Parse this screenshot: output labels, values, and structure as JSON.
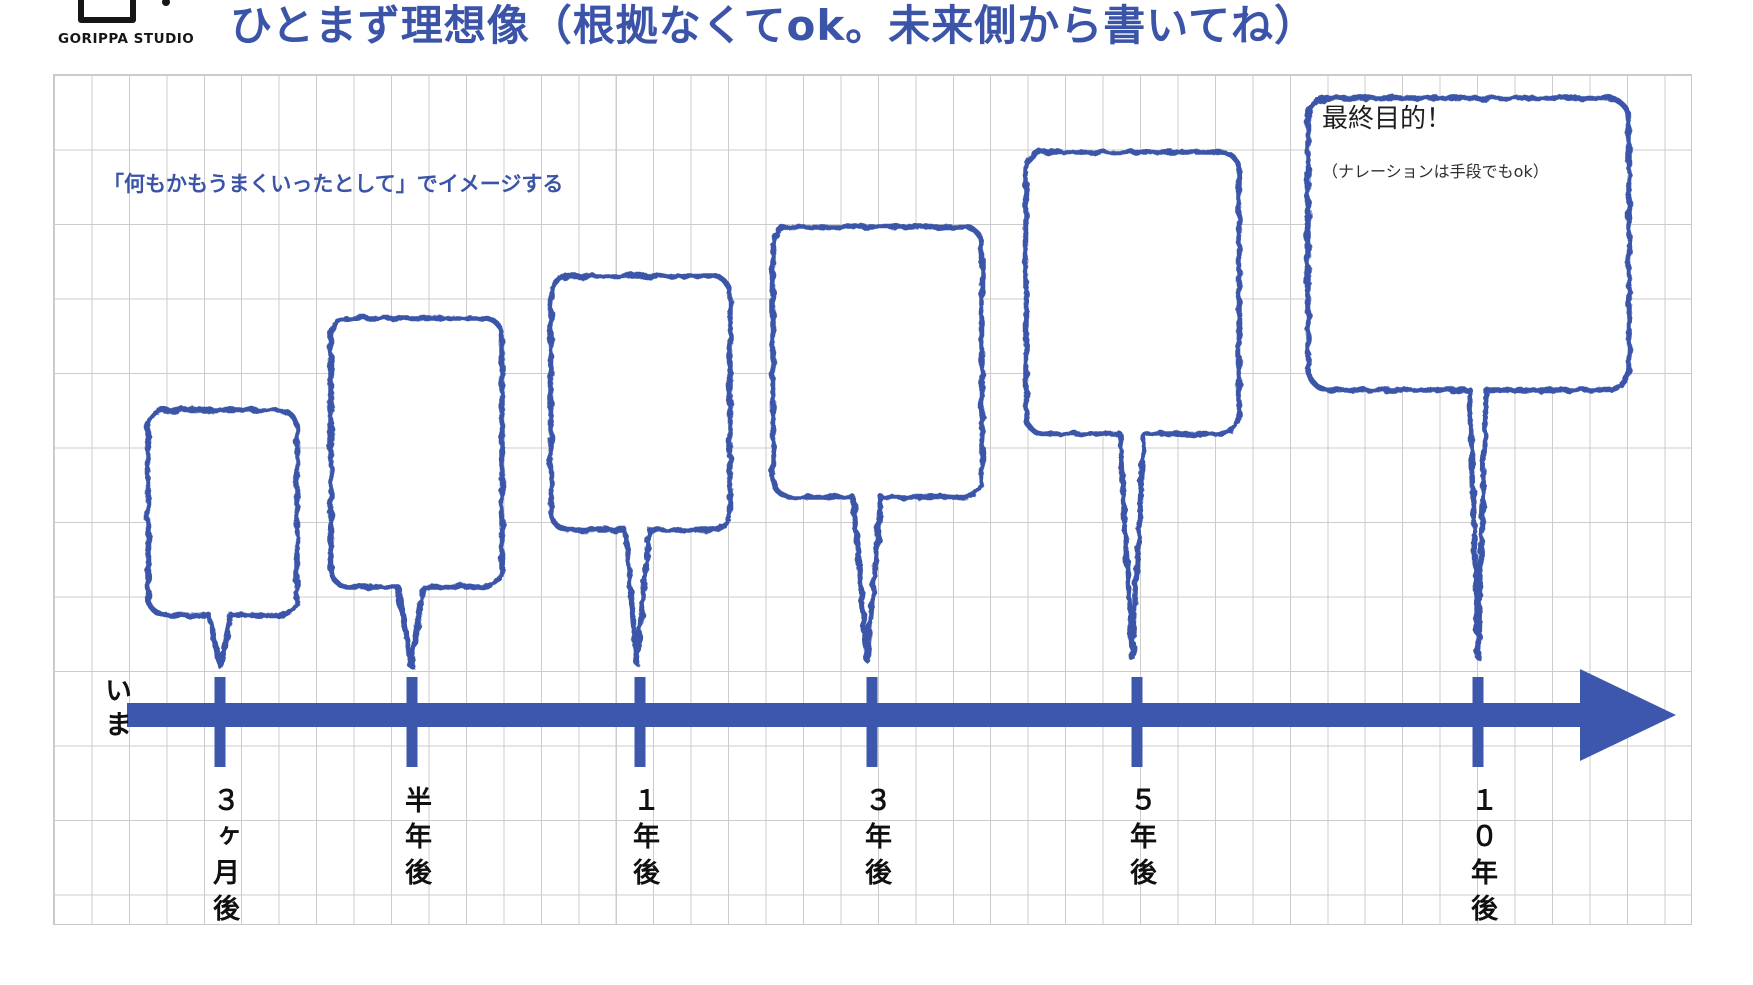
{
  "header": {
    "logo_text": "GORIPPA STUDIO",
    "title": "ひとまず理想像（根拠なくてok。未来側から書いてね）"
  },
  "board": {
    "hint": "「何もかもうまくいったとして」でイメージする",
    "now_label": "いま",
    "final_goal": {
      "title": "最終目的！",
      "note": "（ナレーションは手段でもok）"
    },
    "milestones": [
      {
        "label": "３ヶ月後"
      },
      {
        "label": "半年後"
      },
      {
        "label": "１年後"
      },
      {
        "label": "３年後"
      },
      {
        "label": "５年後"
      },
      {
        "label": "１０年後"
      }
    ]
  },
  "colors": {
    "accent_blue": "#3B54A8",
    "arrow_blue": "#3D57AC",
    "grid_line": "#cccccc",
    "text_black": "#101010"
  }
}
